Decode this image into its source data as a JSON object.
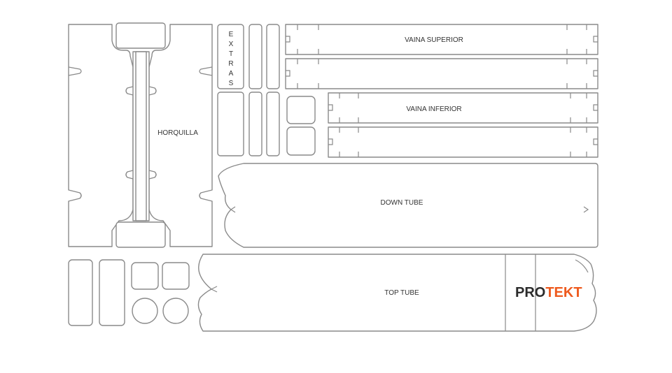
{
  "labels": {
    "fork": "HORQUILLA",
    "extras_letters": [
      "E",
      "X",
      "T",
      "R",
      "A",
      "S"
    ],
    "chainstay_upper": "VAINA SUPERIOR",
    "chainstay_lower": "VAINA INFERIOR",
    "down_tube": "DOWN TUBE",
    "top_tube": "TOP TUBE"
  },
  "brand": {
    "part1": "PRO",
    "part2": "TEKT",
    "color_dark": "#2b2b2b",
    "color_accent": "#ee5a1e"
  },
  "colors": {
    "outline": "#8a8a8a",
    "text": "#333333",
    "background": "#ffffff"
  }
}
